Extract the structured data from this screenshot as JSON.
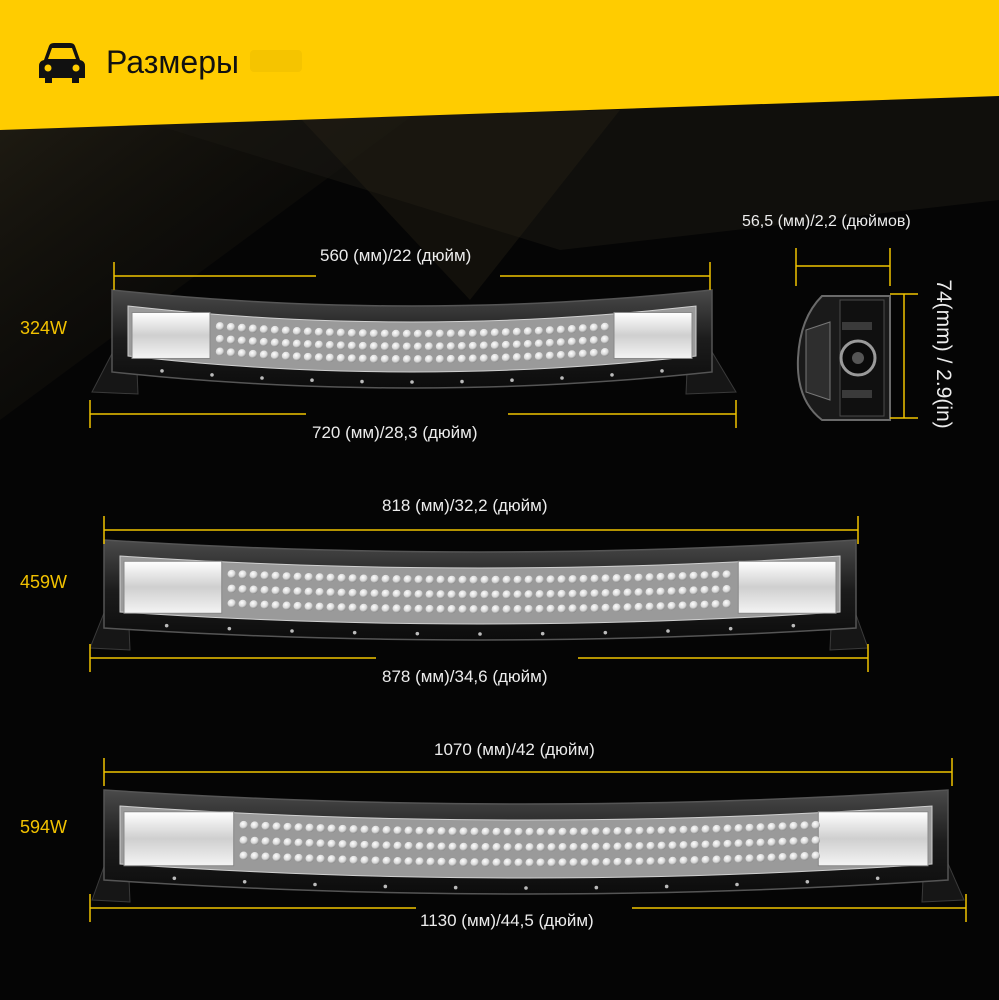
{
  "header": {
    "title": "Размеры",
    "icon": "car-icon",
    "accent": "#ffcc00"
  },
  "colors": {
    "background": "#050505",
    "dimension_line": "#f0c300",
    "wattage_text": "#f2c200",
    "dimension_text": "#ececec"
  },
  "bars": [
    {
      "power": "324W",
      "top_dimension": "560 (мм)/22 (дюйм)",
      "bottom_dimension": "720 (мм)/28,3 (дюйм)"
    },
    {
      "power": "459W",
      "top_dimension": "818 (мм)/32,2 (дюйм)",
      "bottom_dimension": "878 (мм)/34,6 (дюйм)"
    },
    {
      "power": "594W",
      "top_dimension": "1070 (мм)/42 (дюйм)",
      "bottom_dimension": "1130 (мм)/44,5 (дюйм)"
    }
  ],
  "side_view": {
    "width_dimension": "56,5 (мм)/2,2 (дюймов)",
    "height_dimension": "74(mm) / 2.9(in)"
  }
}
